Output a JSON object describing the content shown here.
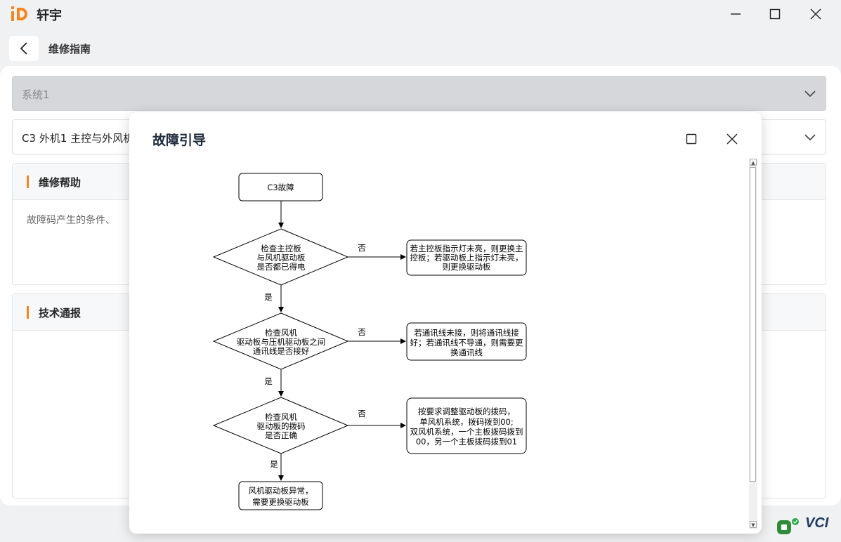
{
  "app": {
    "title": "轩宇"
  },
  "header": {
    "page_title": "维修指南"
  },
  "selects": {
    "system": "系统1",
    "fault": "C3 外机1 主控与外风机"
  },
  "panels": {
    "help": {
      "title": "维修帮助",
      "text": "故障码产生的条件、"
    },
    "bulletin": {
      "title": "技术通报"
    }
  },
  "dialog": {
    "title": "故障引导",
    "flow": {
      "start": "C3故障",
      "d1": [
        "检查主控板",
        "与风机驱动板",
        "是否都已得电"
      ],
      "r1": [
        "若主控板指示灯未亮，则更换主",
        "控板；若驱动板上指示灯未亮，",
        "则更换驱动板"
      ],
      "d2": [
        "检查风机",
        "驱动板与压机驱动板之间",
        "通讯线是否接好"
      ],
      "r2": [
        "若通讯线未接，则将通讯线接",
        "好；若通讯线不导通，则需要更",
        "换通讯线"
      ],
      "d3": [
        "检查风机",
        "驱动板的拨码",
        "是否正确"
      ],
      "r3": [
        "按要求调整驱动板的拨码，",
        "单风机系统，拨码拨到00;",
        "双风机系统，一个主板拨码拨到",
        "00，另一个主板拨码拨到01"
      ],
      "end": [
        "风机驱动板异常，",
        "需要更换驱动板"
      ],
      "yes": "是",
      "no": "否"
    }
  },
  "footer": {
    "brand": "VCI"
  },
  "colors": {
    "accent": "#f5861f",
    "logo": "#f5861f",
    "status_green": "#2e8b3a"
  },
  "icons": [
    "logo-icon",
    "minimize-icon",
    "maximize-icon",
    "close-icon",
    "back-arrow-icon",
    "chevron-down-icon",
    "device-status-icon"
  ]
}
